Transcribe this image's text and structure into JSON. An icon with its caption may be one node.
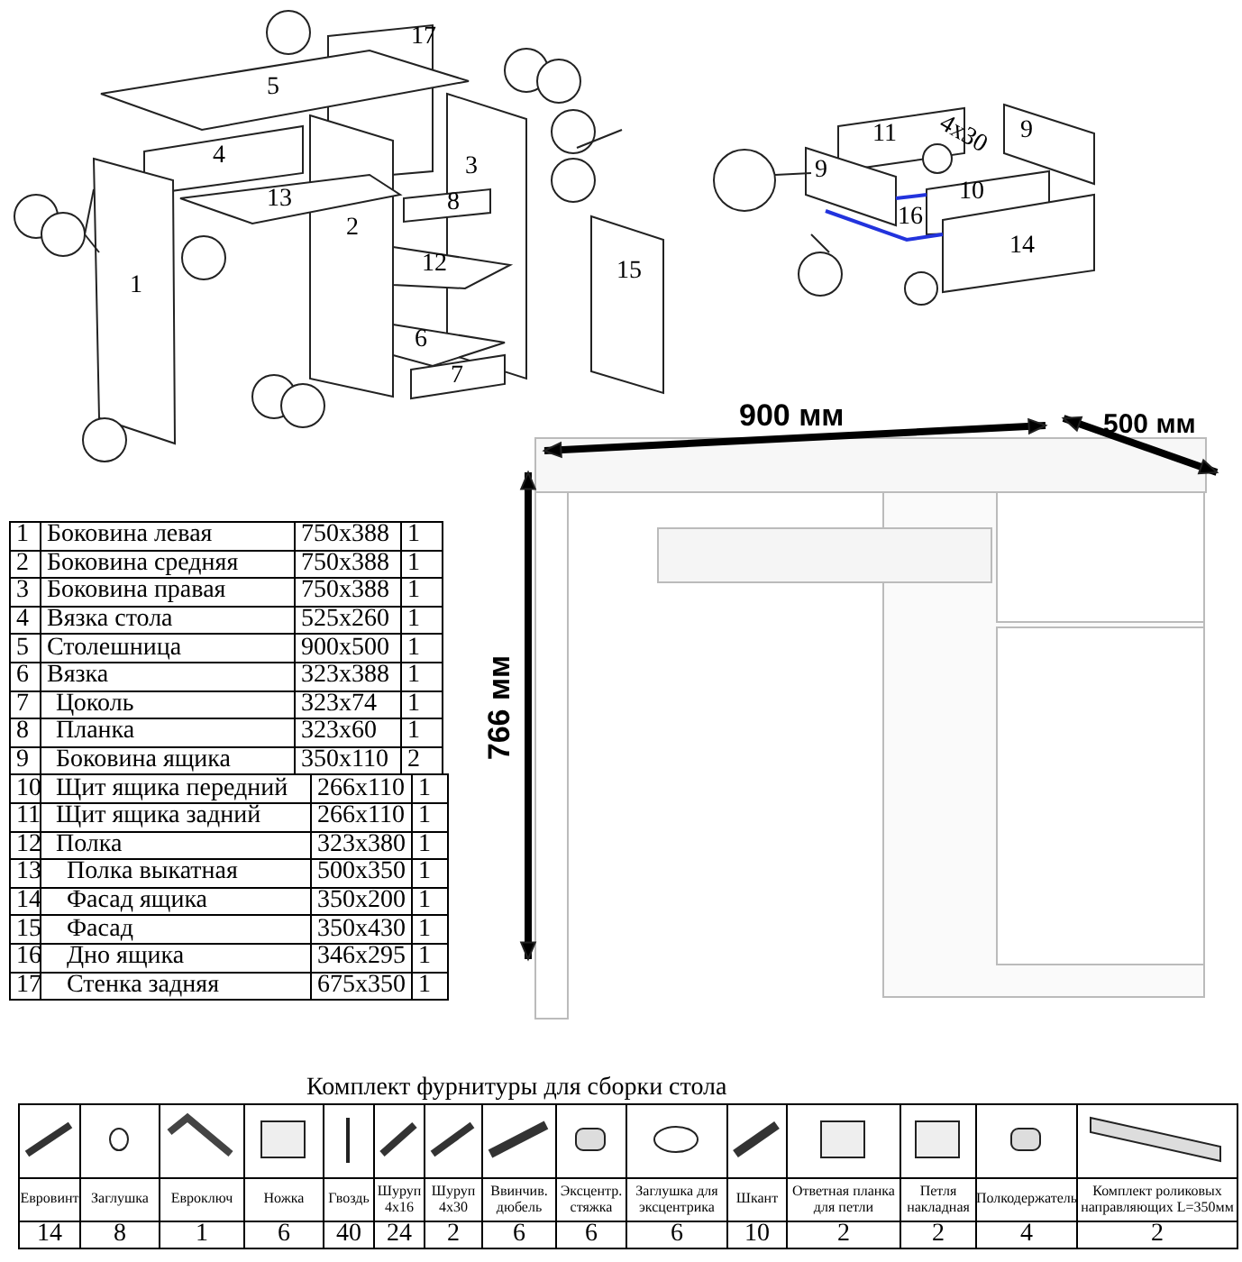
{
  "diagram": {
    "labels": [
      "17",
      "5",
      "4",
      "3",
      "13",
      "2",
      "8",
      "1",
      "12",
      "15",
      "6",
      "7",
      "11",
      "4x30",
      "9",
      "9",
      "10",
      "16",
      "14",
      "900 мм",
      "500 мм",
      "766 мм",
      "1",
      "Боковина левая",
      "750x388",
      "1",
      "2",
      "Боковина средняя",
      "750x388",
      "1",
      "3",
      "Боковина правая",
      "750x388",
      "1",
      "4",
      "Вязка стола",
      "525x260",
      "1",
      "5",
      "Столешница",
      "900x500",
      "1",
      "6",
      "Вязка",
      "323x388",
      "1",
      "7",
      "Цоколь",
      "323x74",
      "1",
      "8",
      "Планка",
      "323x60",
      "1",
      "9",
      "Боковина ящика",
      "350x110",
      "2",
      "10",
      "Щит ящика передний",
      "266x110",
      "1",
      "11",
      "Щит ящика задний",
      "266x110",
      "1",
      "12",
      "Полка",
      "323x380",
      "1",
      "13",
      "Полка выкатная",
      "500x350",
      "1",
      "14",
      "Фасад ящика",
      "350x200",
      "1",
      "15",
      "Фасад",
      "350x430",
      "1",
      "16",
      "Дно ящика",
      "346x295",
      "1",
      "17",
      "Стенка задняя",
      "675x350",
      "1",
      "Комплект фурнитуры для сборки стола",
      "Евровинт",
      "Заглушка",
      "Евроключ",
      "Ножка",
      "Гвоздь",
      "Шуруп 4x16",
      "Шуруп 4x30",
      "Ввинчив. дюбель",
      "Эксцентр. стяжка",
      "Заглушка для эксцентрика",
      "Шкант",
      "Ответная планка для петли",
      "Петля накладная",
      "Полкодержатель",
      "Комплект роликовых направляющих L=350мм",
      "14",
      "8",
      "1",
      "6",
      "40",
      "24",
      "2",
      "6",
      "6",
      "6",
      "10",
      "2",
      "2",
      "4",
      "2"
    ]
  }
}
